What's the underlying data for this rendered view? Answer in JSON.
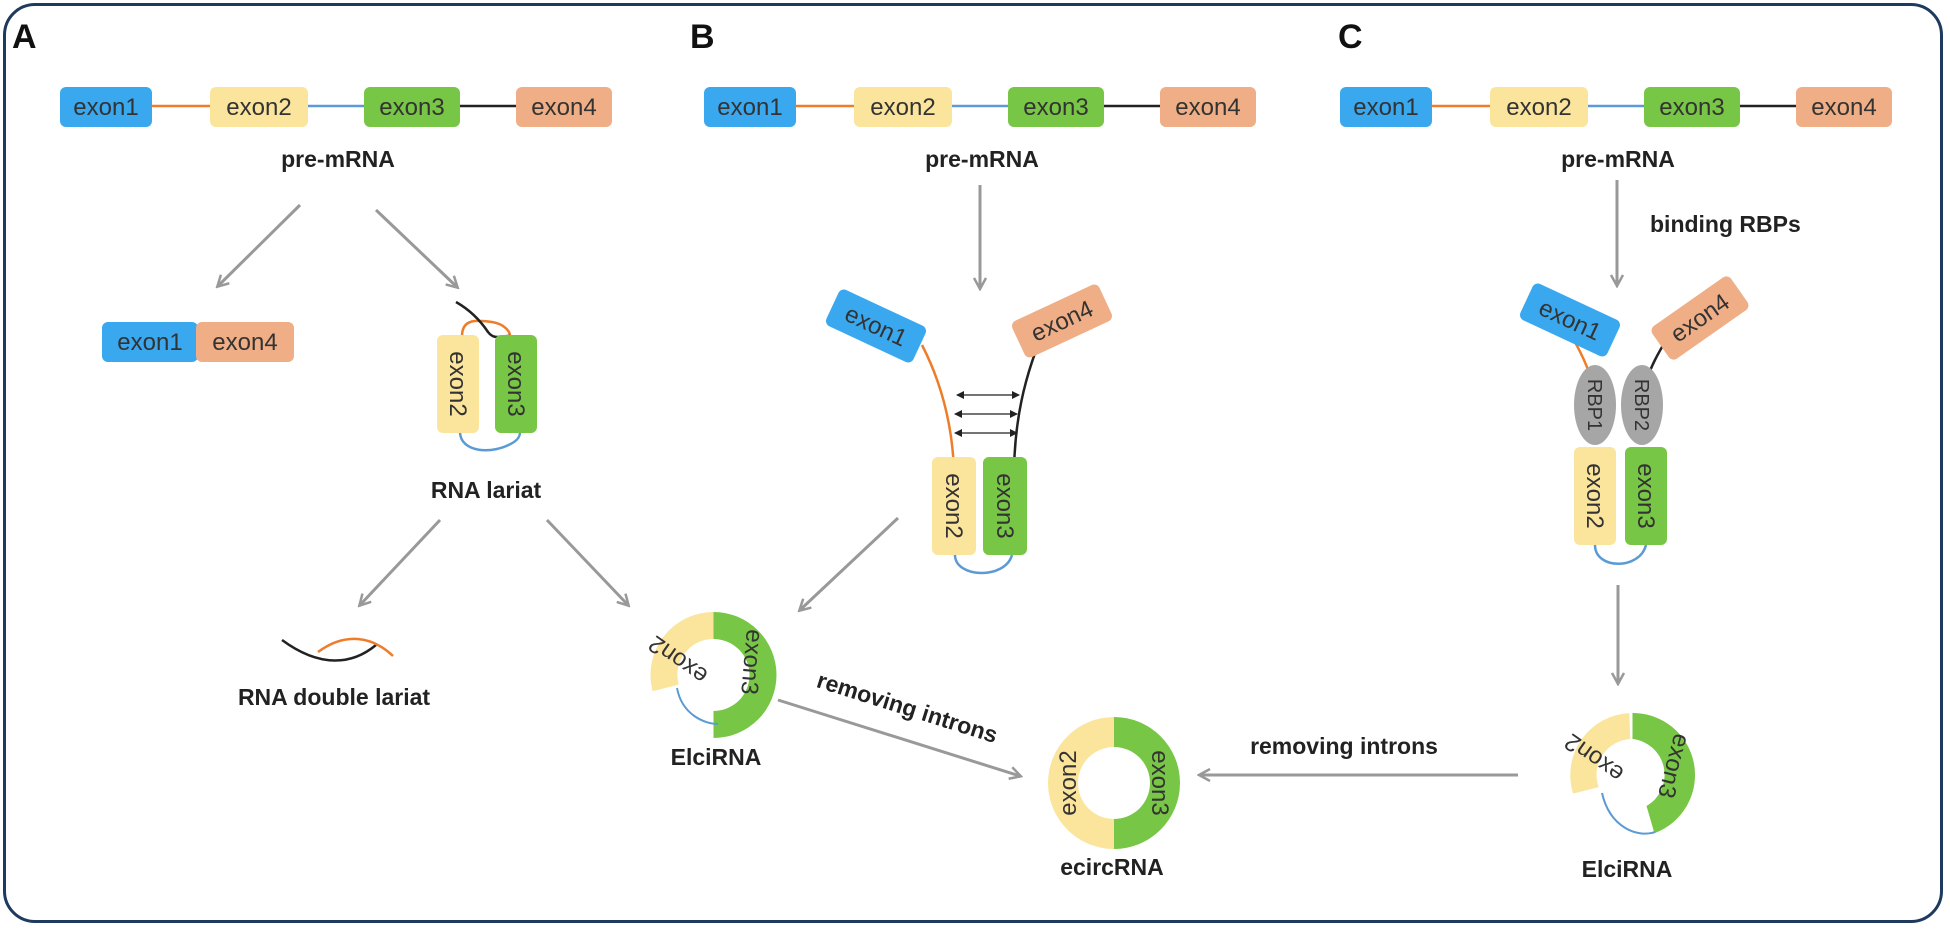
{
  "panels": {
    "a": "A",
    "b": "B",
    "c": "C"
  },
  "exons": {
    "exon1": "exon1",
    "exon2": "exon2",
    "exon3": "exon3",
    "exon4": "exon4"
  },
  "rbps": {
    "rbp1": "RBP1",
    "rbp2": "RBP2"
  },
  "labels": {
    "pre_mrna": "pre-mRNA",
    "rna_lariat": "RNA lariat",
    "rna_double_lariat": "RNA double lariat",
    "elcirna": "ElciRNA",
    "ecircrna": "ecircRNA",
    "removing_introns": "removing introns",
    "binding_rbps": "binding RBPs"
  },
  "colors": {
    "exon1": "#3aa8ef",
    "exon2": "#fbe59c",
    "exon3": "#78c645",
    "exon4": "#efae85",
    "intron_orange": "#ee7d2a",
    "intron_blue": "#5b9bd5",
    "intron_black": "#222222",
    "arrow": "#999999",
    "rbp": "#a6a6a6",
    "frame": "#1f3a5f"
  }
}
